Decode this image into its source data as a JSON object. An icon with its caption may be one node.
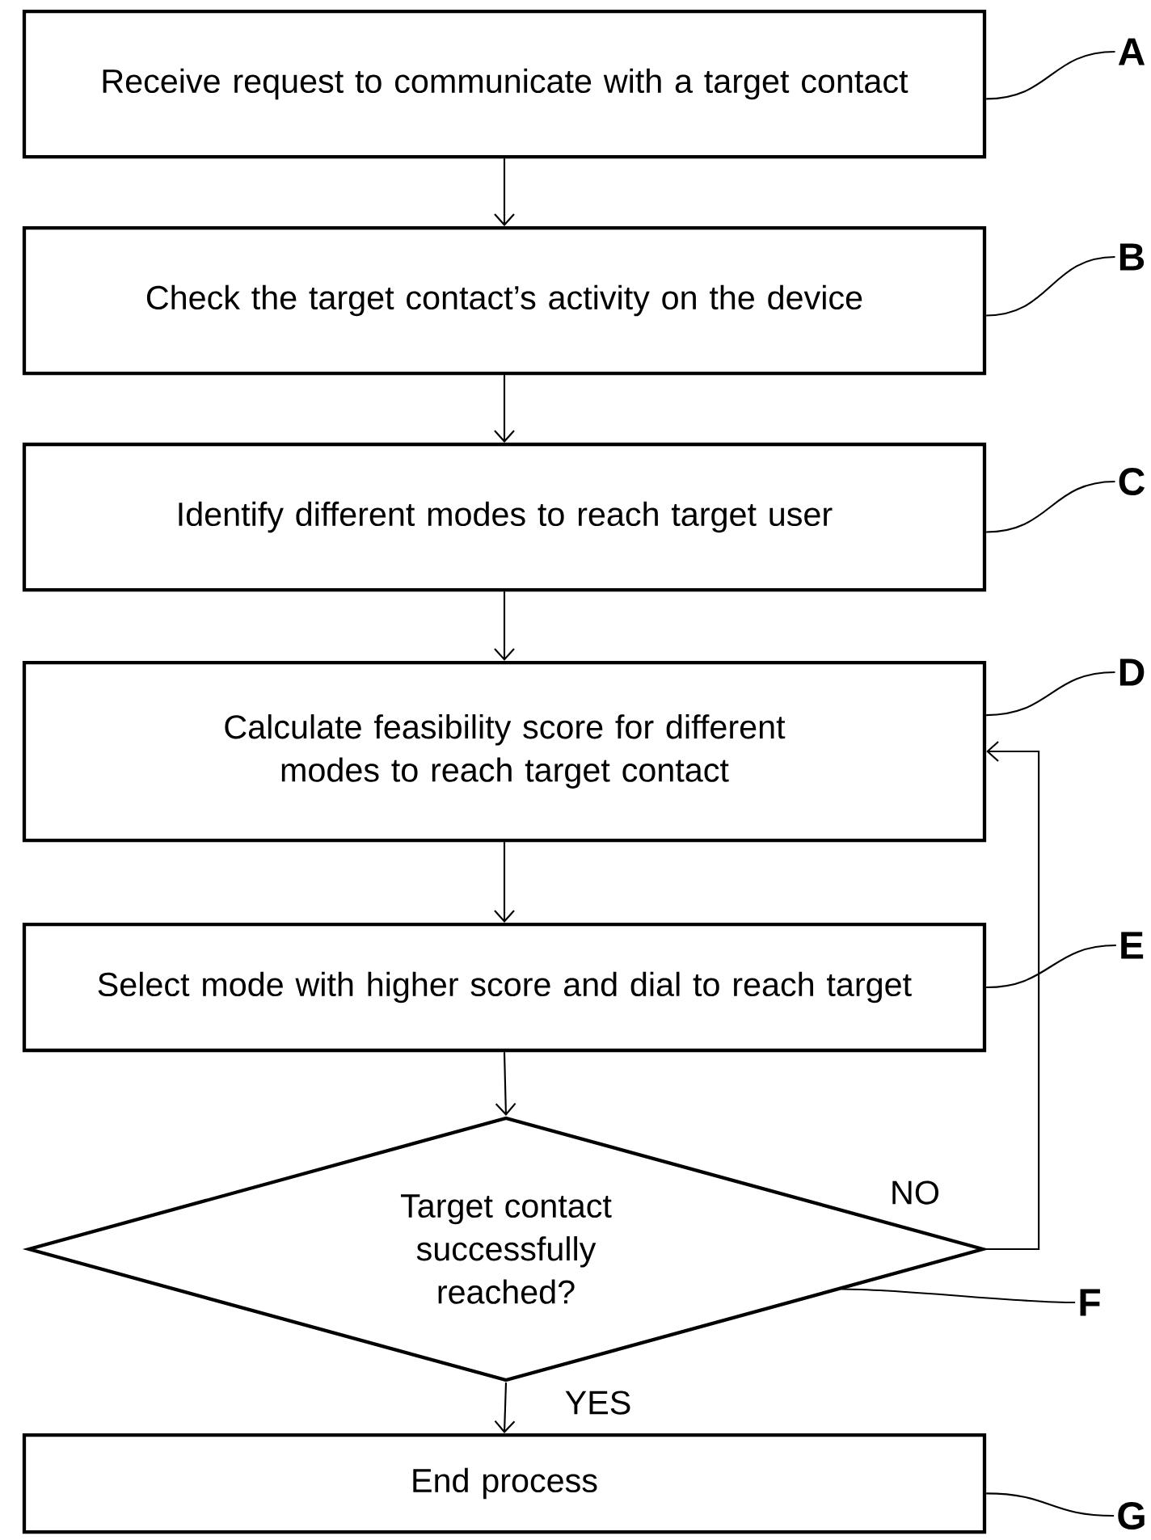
{
  "diagram": {
    "nodes": [
      {
        "text": [
          "Receive request to communicate with a target contact"
        ]
      },
      {
        "text": [
          "Check the target contact’s activity on the device"
        ]
      },
      {
        "text": [
          "Identify different modes to reach target user"
        ]
      },
      {
        "text": [
          "Calculate feasibility score for different modes to reach target contact"
        ]
      },
      {
        "text": [
          "Select mode with higher score and dial to reach target"
        ]
      },
      {
        "text": [
          "Target contact successfully reached?"
        ]
      },
      {
        "text": [
          "End process"
        ]
      },
      {
        "text": [
          "A"
        ]
      },
      {
        "text": [
          "B"
        ]
      },
      {
        "text": [
          "C"
        ]
      },
      {
        "text": [
          "D"
        ]
      },
      {
        "text": [
          "E"
        ]
      },
      {
        "text": [
          "F"
        ]
      },
      {
        "text": [
          "G"
        ]
      }
    ],
    "edges": [
      {
        "from": 0,
        "to": 1,
        "arrow": "to"
      },
      {
        "from": 1,
        "to": 2,
        "arrow": "to"
      },
      {
        "from": 2,
        "to": 3,
        "arrow": "to"
      },
      {
        "from": 3,
        "to": 4,
        "arrow": "to"
      },
      {
        "from": 4,
        "to": 5,
        "arrow": "to"
      },
      {
        "from": 5,
        "to": 3,
        "arrow": "to",
        "label": "NO"
      },
      {
        "from": 5,
        "to": 6,
        "arrow": "to",
        "label": "YES"
      },
      {
        "from": 7,
        "to": 0,
        "arrow": "none"
      },
      {
        "from": 8,
        "to": 1,
        "arrow": "none"
      },
      {
        "from": 9,
        "to": 2,
        "arrow": "none"
      },
      {
        "from": 10,
        "to": 3,
        "arrow": "none"
      },
      {
        "from": 11,
        "to": 4,
        "arrow": "none"
      },
      {
        "from": 12,
        "to": 5,
        "arrow": "none"
      },
      {
        "from": 13,
        "to": 6,
        "arrow": "none"
      }
    ]
  }
}
